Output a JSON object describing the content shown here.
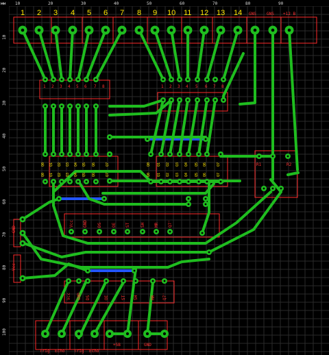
{
  "ruler": {
    "units": "мм",
    "top_ticks": [
      "10",
      "20",
      "30",
      "40",
      "50",
      "60",
      "70",
      "80",
      "90"
    ],
    "left_ticks": [
      "10",
      "20",
      "30",
      "40",
      "50",
      "60",
      "70",
      "80",
      "90",
      "100"
    ]
  },
  "connector_top": {
    "labels": [
      "1",
      "2",
      "3",
      "4",
      "5",
      "6",
      "7",
      "8",
      "9",
      "10",
      "11",
      "12",
      "13",
      "14",
      "GNS",
      "GNS",
      "+12 В"
    ]
  },
  "ic_pins": [
    "1",
    "2",
    "3",
    "4",
    "5",
    "6",
    "7",
    "8"
  ],
  "pin_names": [
    "Q0",
    "Q1",
    "Q2",
    "Q3",
    "Q4",
    "Q5",
    "Q6",
    "Q7"
  ],
  "bottom_header_labels": [
    "Vcc",
    "GND",
    "DS",
    "OE",
    "ST",
    "SH",
    "MR",
    "Q7'"
  ],
  "side_labels": {
    "left_top": "GND",
    "left_bottom": "Vcc",
    "resistor_left": "R1",
    "resistor_right": "R2"
  },
  "connector_bottom": {
    "labels": [
      "Trig",
      "Echo",
      "Trig",
      "Echo",
      "+5В",
      "GND"
    ]
  },
  "colors": {
    "background": "#000000",
    "trace_top": "#1fbd1f",
    "trace_bottom": "#2255ff",
    "silkscreen": "#ff2a2a",
    "grid": "#2a2a2a"
  }
}
